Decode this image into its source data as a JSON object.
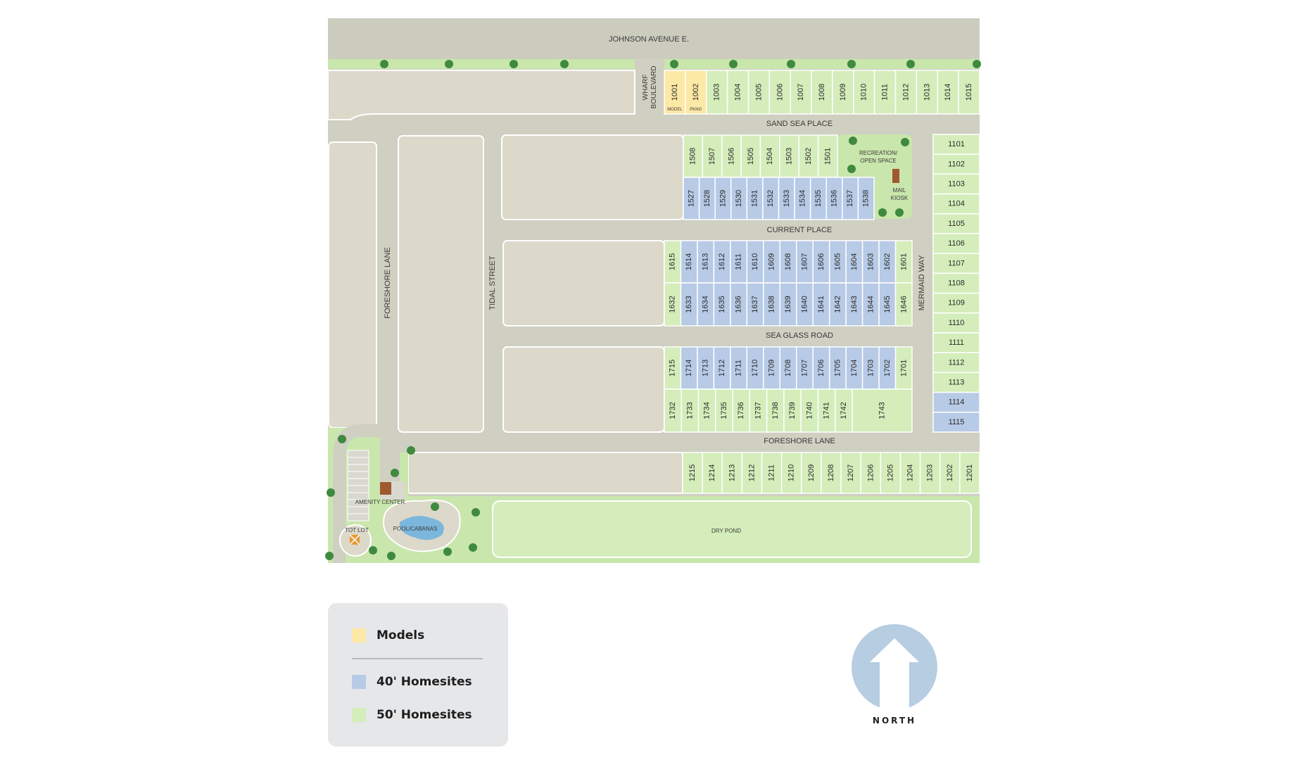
{
  "colors": {
    "models": "#fde9a6",
    "homesite40": "#b7cae6",
    "homesite50": "#d4edba",
    "road": "#cfcfc2",
    "parcel": "#dcd8ca",
    "grass": "#c9e6ac",
    "tree": "#3f8a3e",
    "north_circle": "#b6cde2"
  },
  "streets": {
    "johnson": "JOHNSON AVENUE E.",
    "wharf_1": "WHARF",
    "wharf_2": "BOULEVARD",
    "sand_sea": "SAND SEA PLACE",
    "current": "CURRENT PLACE",
    "sea_glass": "SEA GLASS ROAD",
    "foreshore_bottom": "FORESHORE LANE",
    "foreshore_vertical": "FORESHORE LANE",
    "tidal": "TIDAL STREET",
    "mermaid": "MERMAID WAY"
  },
  "amenities": {
    "recreation_1": "RECREATION/",
    "recreation_2": "OPEN SPACE",
    "mail_1": "MAIL",
    "mail_2": "KIOSK",
    "amenity_center": "AMENITY CENTER",
    "pool": "POOL/CABANAS",
    "tot_lot": "TOT LOT",
    "dry_pond": "DRY POND"
  },
  "lot_tags": {
    "model": "MODEL",
    "pkng": "PKNG"
  },
  "lots": {
    "row_a": [
      "1001",
      "1002",
      "1003",
      "1004",
      "1005",
      "1006",
      "1007",
      "1008",
      "1009",
      "1010",
      "1011",
      "1012",
      "1013",
      "1014",
      "1015"
    ],
    "row_a_types": [
      "model",
      "model",
      "50",
      "50",
      "50",
      "50",
      "50",
      "50",
      "50",
      "50",
      "50",
      "50",
      "50",
      "50",
      "50"
    ],
    "block_1500_top": [
      "1508",
      "1507",
      "1506",
      "1505",
      "1504",
      "1503",
      "1502",
      "1501"
    ],
    "block_1500_bottom": [
      "1527",
      "1528",
      "1529",
      "1530",
      "1531",
      "1532",
      "1533",
      "1534",
      "1535",
      "1536",
      "1537",
      "1538"
    ],
    "block_1600_top": [
      "1615",
      "1614",
      "1613",
      "1612",
      "1611",
      "1610",
      "1609",
      "1608",
      "1607",
      "1606",
      "1605",
      "1604",
      "1603",
      "1602",
      "1601"
    ],
    "block_1600_top_types": [
      "50",
      "40",
      "40",
      "40",
      "40",
      "40",
      "40",
      "40",
      "40",
      "40",
      "40",
      "40",
      "40",
      "40",
      "50"
    ],
    "block_1600_bottom": [
      "1632",
      "1633",
      "1634",
      "1635",
      "1636",
      "1637",
      "1638",
      "1639",
      "1640",
      "1641",
      "1642",
      "1643",
      "1644",
      "1645",
      "1646"
    ],
    "block_1600_bottom_types": [
      "50",
      "40",
      "40",
      "40",
      "40",
      "40",
      "40",
      "40",
      "40",
      "40",
      "40",
      "40",
      "40",
      "40",
      "50"
    ],
    "block_1700_top": [
      "1715",
      "1714",
      "1713",
      "1712",
      "1711",
      "1710",
      "1709",
      "1708",
      "1707",
      "1706",
      "1705",
      "1704",
      "1703",
      "1702",
      "1701"
    ],
    "block_1700_top_types": [
      "50",
      "40",
      "40",
      "40",
      "40",
      "40",
      "40",
      "40",
      "40",
      "40",
      "40",
      "40",
      "40",
      "40",
      "50"
    ],
    "block_1700_bottom": [
      "1732",
      "1733",
      "1734",
      "1735",
      "1736",
      "1737",
      "1738",
      "1739",
      "1740",
      "1741",
      "1742",
      "1743"
    ],
    "block_1100": [
      "1101",
      "1102",
      "1103",
      "1104",
      "1105",
      "1106",
      "1107",
      "1108",
      "1109",
      "1110",
      "1111",
      "1112",
      "1113",
      "1114",
      "1115"
    ],
    "block_1100_types": [
      "50",
      "50",
      "50",
      "50",
      "50",
      "50",
      "50",
      "50",
      "50",
      "50",
      "50",
      "50",
      "50",
      "40",
      "40"
    ],
    "block_1200": [
      "1215",
      "1214",
      "1213",
      "1212",
      "1211",
      "1210",
      "1209",
      "1208",
      "1207",
      "1206",
      "1205",
      "1204",
      "1203",
      "1202",
      "1201"
    ]
  },
  "legend": {
    "models": "Models",
    "homesite40": "40' Homesites",
    "homesite50": "50' Homesites"
  },
  "north_label": "NORTH"
}
